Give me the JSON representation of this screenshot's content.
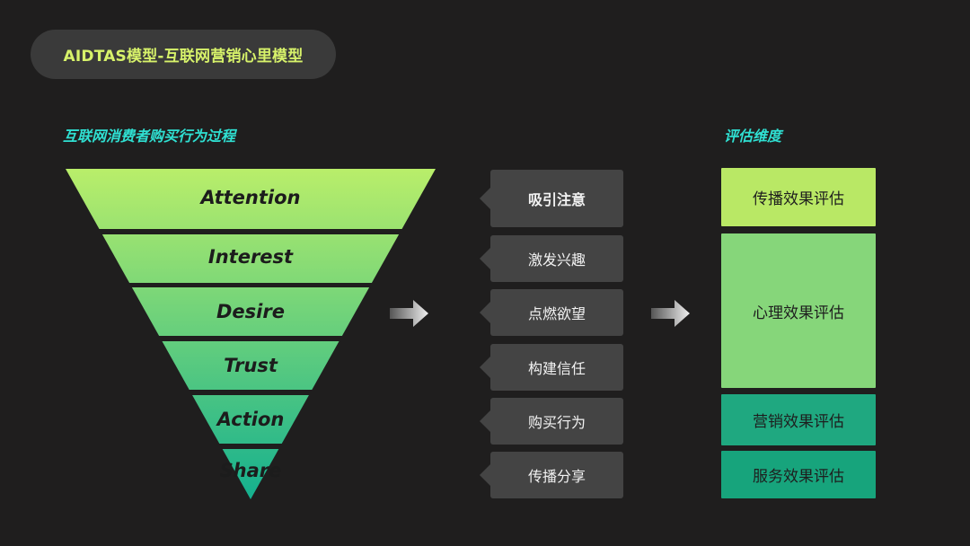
{
  "title": "AIDTAS模型-互联网营销心里模型",
  "funnel_label": "互联网消费者购买行为过程",
  "dims_label": "评估维度",
  "funnel_stages": [
    "Attention",
    "Interest",
    "Desire",
    "Trust",
    "Action",
    "Share"
  ],
  "stage_descriptions": [
    "吸引注意",
    "激发兴趣",
    "点燃欲望",
    "构建信任",
    "购买行为",
    "传播分享"
  ],
  "dimensions": [
    {
      "label": "传播效果评估",
      "color": "#b9e865"
    },
    {
      "label": "心理效果评估",
      "color": "#86d67a"
    },
    {
      "label": "营销效果评估",
      "color": "#1fa880"
    },
    {
      "label": "服务效果评估",
      "color": "#17a47c"
    }
  ],
  "colors": {
    "funnel_top": "#b9ee6a",
    "funnel_bottom": "#14b08f",
    "accent_title": "#d7f26a",
    "accent_label": "#2fe0d2"
  }
}
